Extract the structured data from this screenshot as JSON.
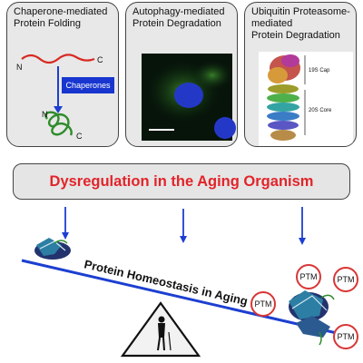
{
  "panels": [
    {
      "title": "Chaperone-mediated\nProtein Folding",
      "n_label": "N",
      "c_label": "C",
      "n2_label": "N",
      "c2_label": "C",
      "chaperones_label": "Chaperones"
    },
    {
      "title": "Autophagy-mediated\nProtein Degradation"
    },
    {
      "title": "Ubiquitin Proteasome-\nmediated\nProtein Degradation",
      "cap_label": "19S Cap",
      "core_label": "20S Core"
    }
  ],
  "banner": {
    "text": "Dysregulation in the Aging Organism"
  },
  "seesaw": {
    "label": "Protein Homeostasis in Aging"
  },
  "ptm_label": "PTM",
  "colors": {
    "banner_text": "#e2242a",
    "chaperone_box": "#1836cf",
    "arrows": "#1c3fd1",
    "beam": "#1c3fd1",
    "ptm_border": "#d83636",
    "unfolded_chain": "#d82a22",
    "folded_chain": "#2f8c2c"
  }
}
